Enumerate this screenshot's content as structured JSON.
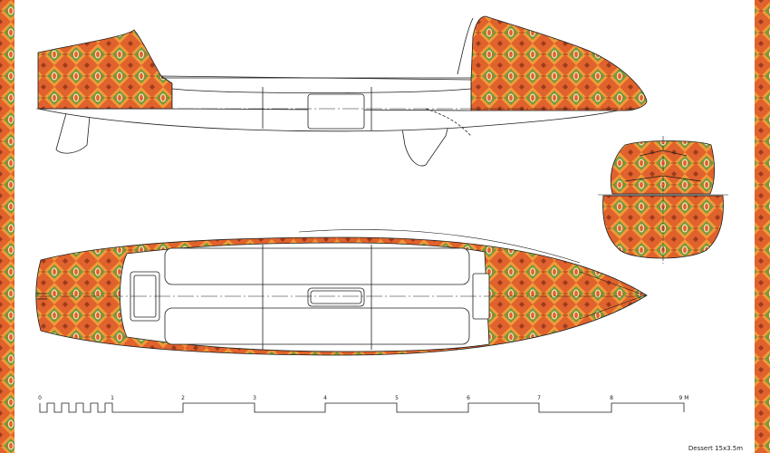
{
  "drawing": {
    "views": [
      "side-profile",
      "plan-view",
      "section-view"
    ],
    "hull_pattern": {
      "base": "#e0622c",
      "accent_orange": "#f29a3a",
      "accent_green": "#6f9a3c",
      "accent_cream": "#f6e7b8",
      "accent_dark": "#9e3a1e"
    },
    "line_color": "#1e1e1e",
    "scale_bar": {
      "labels": [
        "0",
        "1",
        "2",
        "3",
        "4",
        "5",
        "6",
        "7",
        "8",
        "9 M"
      ]
    },
    "caption": "Dessert 15x3.5m"
  }
}
